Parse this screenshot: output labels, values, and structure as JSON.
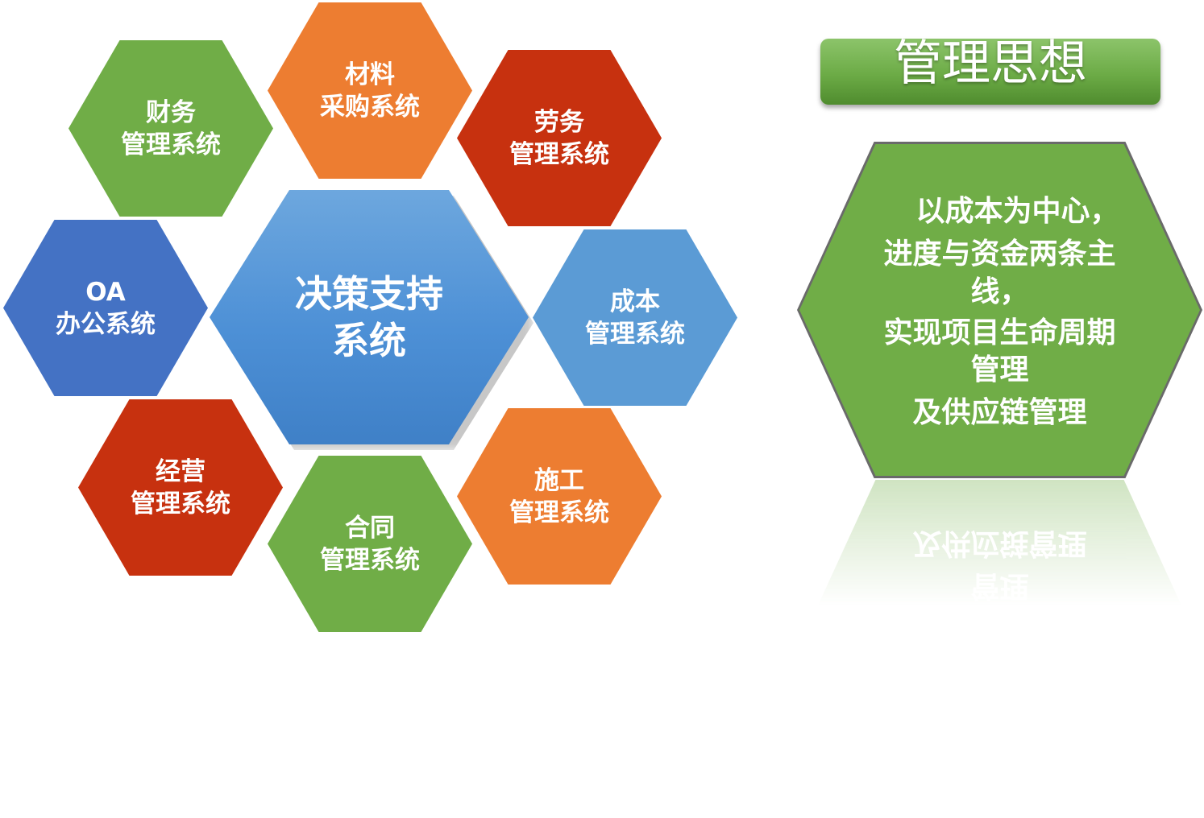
{
  "banner": {
    "title": "管理思想"
  },
  "center": {
    "line1": "决策支持",
    "line2": "系统"
  },
  "modules": {
    "finance": {
      "line1": "财务",
      "line2": "管理系统"
    },
    "materials": {
      "line1": "材料",
      "line2": "采购系统"
    },
    "labor": {
      "line1": "劳务",
      "line2": "管理系统"
    },
    "oa": {
      "line1": "OA",
      "line2": "办公系统"
    },
    "cost": {
      "line1": "成本",
      "line2": "管理系统"
    },
    "business": {
      "line1": "经营",
      "line2": "管理系统"
    },
    "contract": {
      "line1": "合同",
      "line2": "管理系统"
    },
    "construction": {
      "line1": "施工",
      "line2": "管理系统"
    }
  },
  "philosophy": {
    "lines": [
      "以成本为中心，",
      "进度与资金两条主",
      "线，",
      "实现项目生命周期",
      "管理",
      "及供应链管理"
    ]
  },
  "colors": {
    "green": "#70ad47",
    "orange": "#ed7d31",
    "red": "#c7310f",
    "blue": "#4472c4",
    "light_blue": "#5b9bd5"
  }
}
